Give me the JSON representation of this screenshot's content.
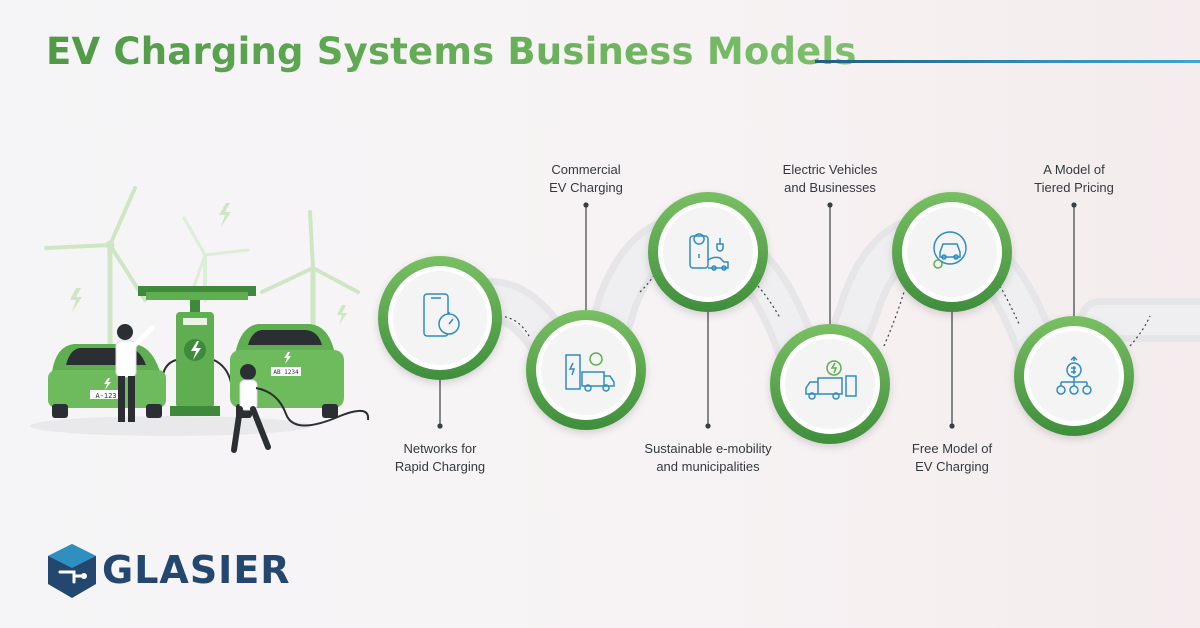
{
  "title": "EV Charging Systems Business Models",
  "brand": {
    "name": "GLASIER",
    "primary": "#24476f",
    "accent": "#2f8fc0"
  },
  "colors": {
    "green": "#5fae52",
    "green_dark": "#3e8a3a",
    "track": "#e8e8ea"
  },
  "plates": {
    "left_car": "A-123",
    "right_car": "AB 1234"
  },
  "models": [
    {
      "label": "Networks for\nRapid Charging",
      "icon": "phone-stopwatch-icon"
    },
    {
      "label": "Commercial\nEV Charging",
      "icon": "charger-truck-icon"
    },
    {
      "label": "Sustainable e-mobility\nand municipalities",
      "icon": "map-pin-car-icon"
    },
    {
      "label": "Electric Vehicles\nand Businesses",
      "icon": "delivery-truck-icon"
    },
    {
      "label": "Free Model of\nEV Charging",
      "icon": "car-gear-icon"
    },
    {
      "label": "A Model of\nTiered Pricing",
      "icon": "pricing-tree-icon"
    }
  ]
}
